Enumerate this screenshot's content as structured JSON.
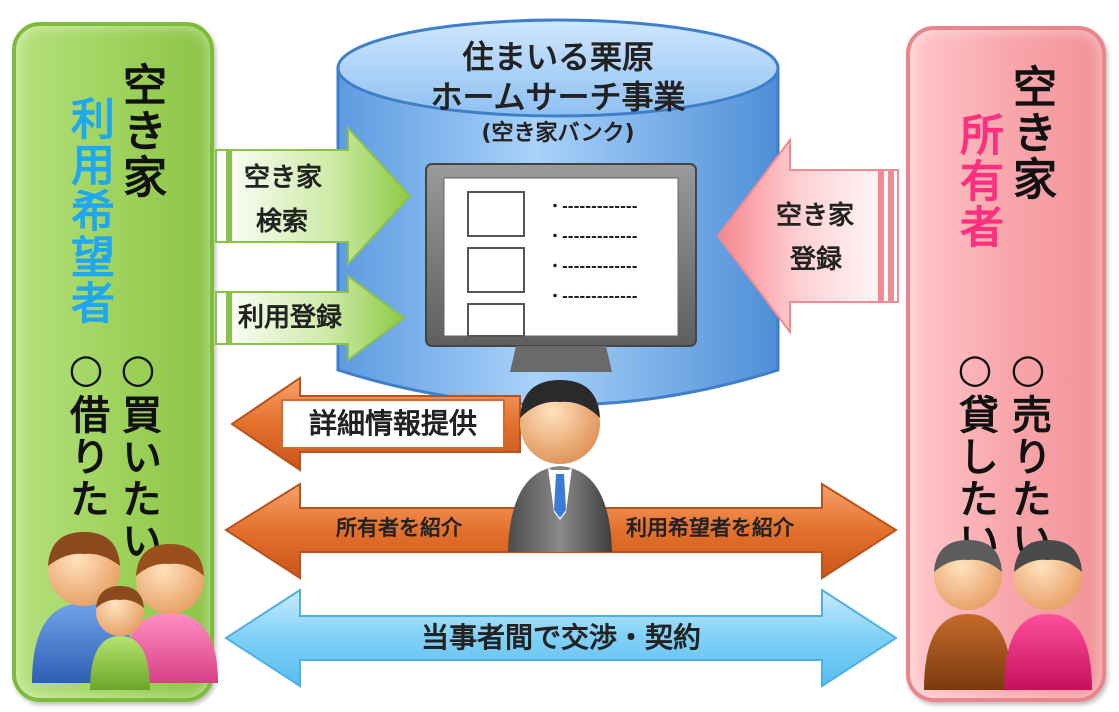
{
  "center": {
    "title_line1": "住まいる栗原",
    "title_line2": "ホームサーチ事業",
    "title_sub": "(空き家バンク)"
  },
  "left_panel": {
    "title": "空き家",
    "role": "利用希望者",
    "wish1": "○買いたい",
    "wish2": "○借りた"
  },
  "right_panel": {
    "title": "空き家",
    "role": "所有者",
    "wish1": "○売りたい",
    "wish2": "○貸したい"
  },
  "arrows": {
    "search_line1": "空き家",
    "search_line2": "検索",
    "user_register": "利用登録",
    "owner_register_line1": "空き家",
    "owner_register_line2": "登録",
    "info_provide": "詳細情報提供",
    "introduce_owner": "所有者を紹介",
    "introduce_user": "利用希望者を紹介",
    "negotiate": "当事者間で交渉・契約"
  },
  "monitor": {
    "list_lines": [
      "・-------------",
      "・-------------",
      "・-------------",
      "・-------------"
    ]
  },
  "colors": {
    "green": "#8cc445",
    "pink": "#f4979c",
    "blue_cylinder": "#7fb8f0",
    "orange": "#e06a25",
    "light_blue": "#6fc6f2"
  }
}
